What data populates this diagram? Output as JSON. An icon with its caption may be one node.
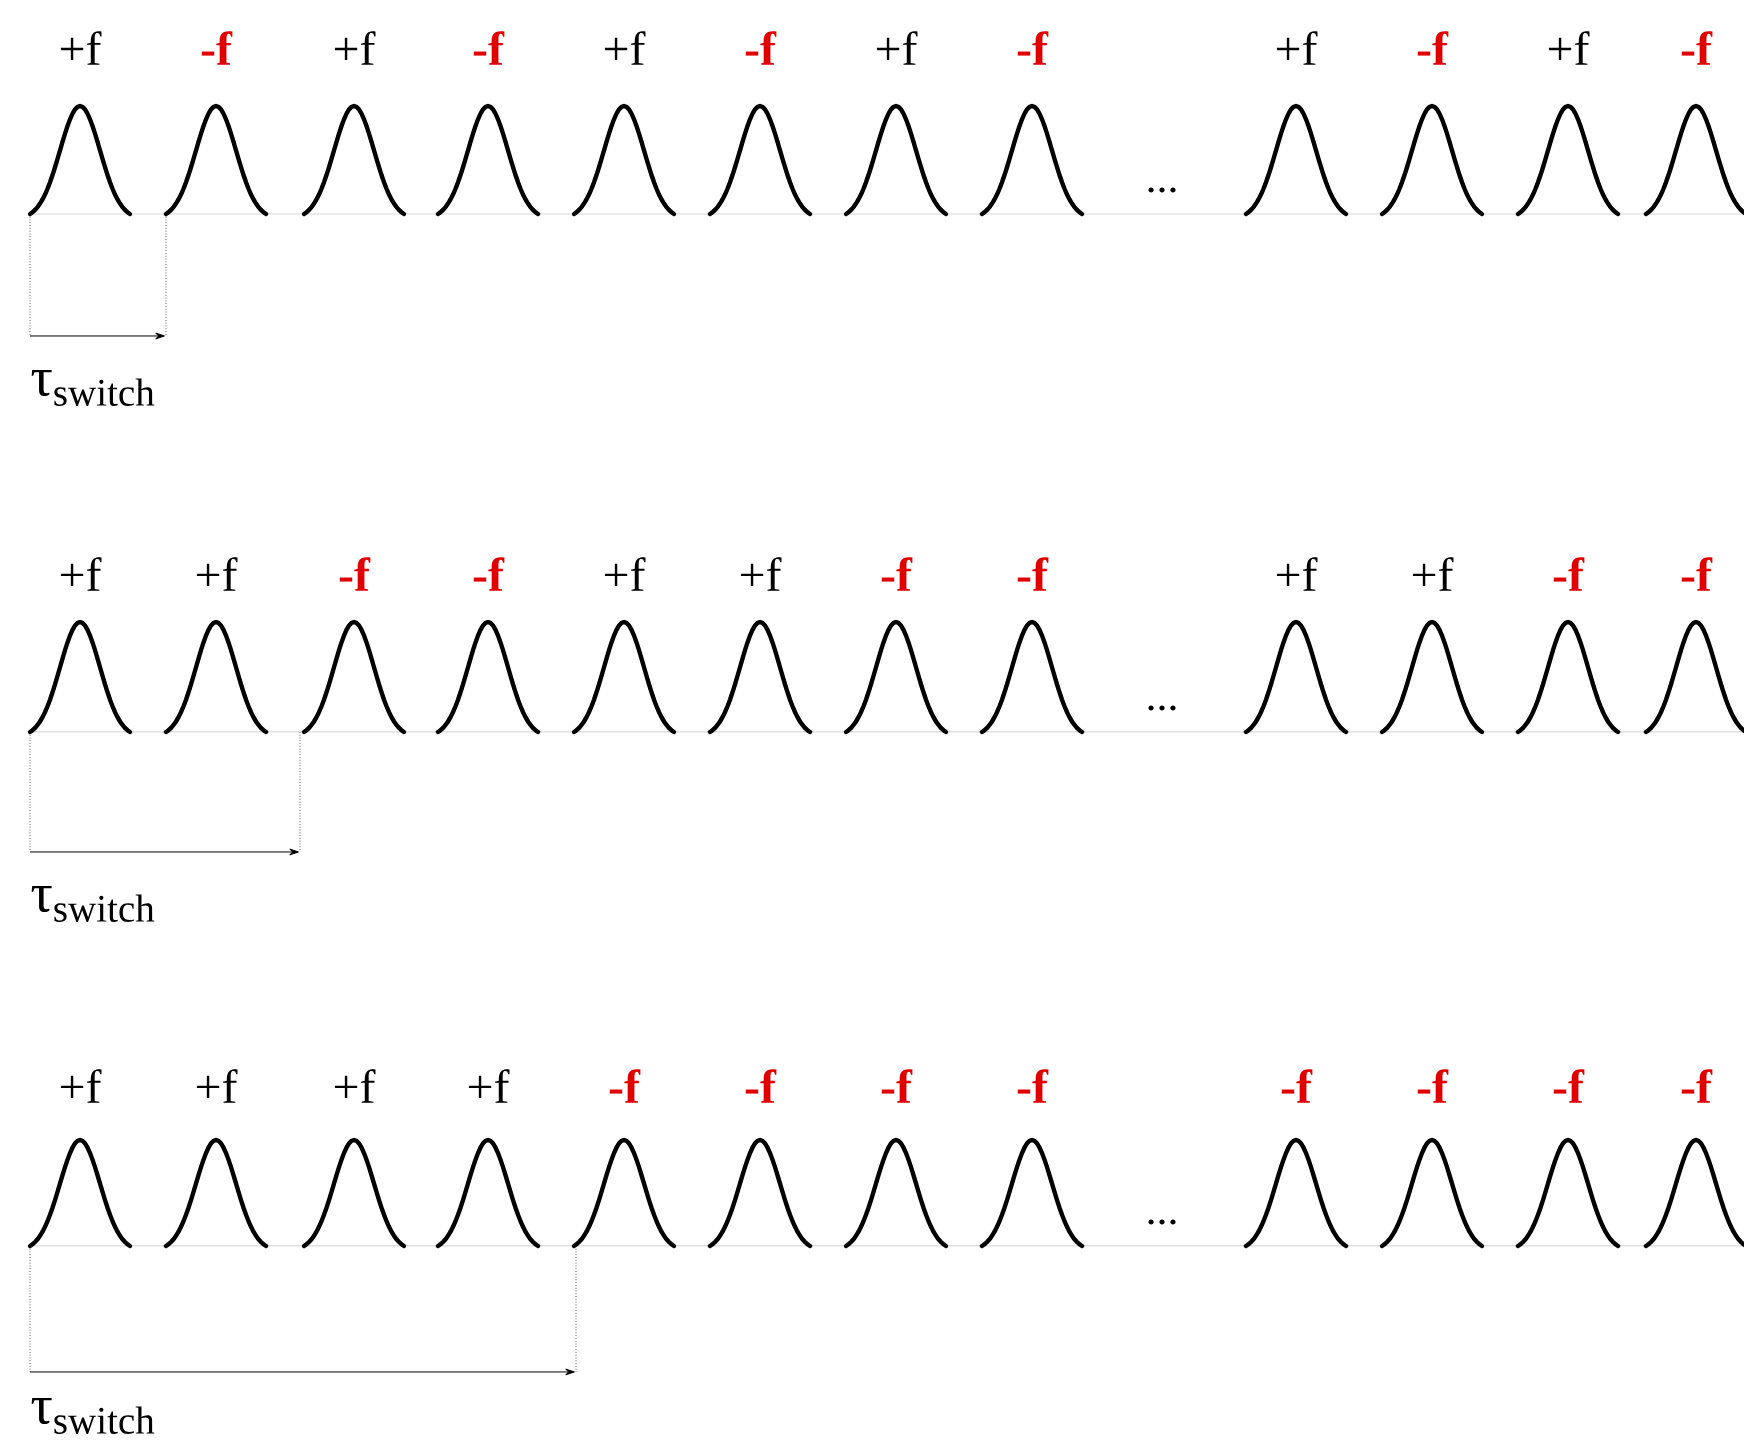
{
  "diagram": {
    "labels": [
      "+f",
      "-f",
      "+f",
      "-f",
      "+f",
      "-f",
      "+f",
      "-f",
      "+f",
      "-f",
      "+f",
      "-f",
      "...",
      "τ$_{switch}$",
      "+f",
      "+f",
      "-f",
      "-f",
      "+f",
      "+f",
      "-f",
      "-f",
      "+f",
      "+f",
      "-f",
      "-f",
      "...",
      "τ$_{switch}$",
      "+f",
      "+f",
      "+f",
      "+f",
      "-f",
      "-f",
      "-f",
      "-f",
      "-f",
      "-f",
      "-f",
      "-f",
      "...",
      "τ$_{switch}$"
    ]
  }
}
